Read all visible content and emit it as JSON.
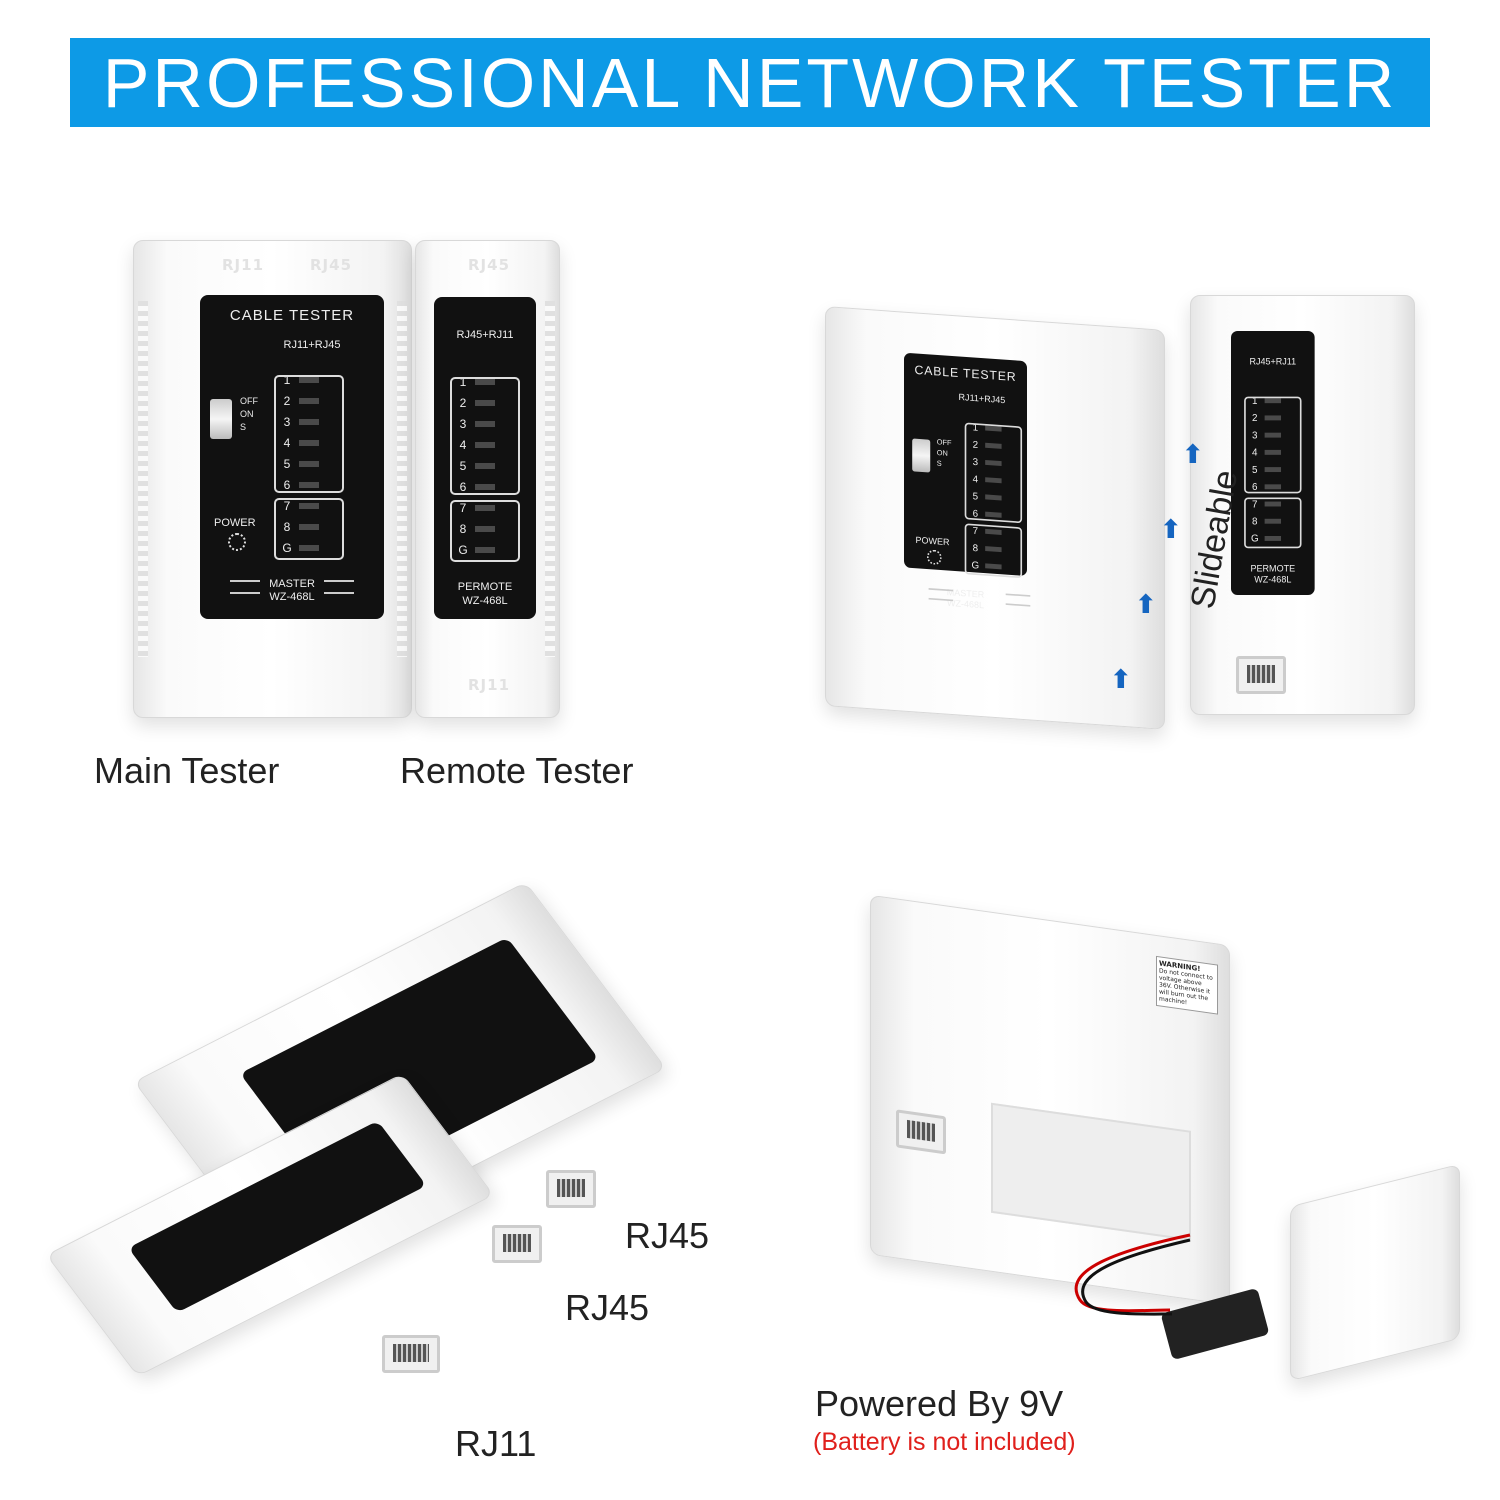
{
  "header": {
    "title": "PROFESSIONAL NETWORK TESTER",
    "color": "#0d9ae6"
  },
  "main_face": {
    "title": "CABLE TESTER",
    "subtitle": "RJ11+RJ45",
    "switch": [
      "OFF",
      "ON",
      "S"
    ],
    "power": "POWER",
    "brand": "MASTER",
    "model": "WZ-468L",
    "leds": [
      "1",
      "2",
      "3",
      "4",
      "5",
      "6",
      "7",
      "8",
      "G"
    ],
    "ports": [
      "RJ11",
      "RJ45"
    ]
  },
  "remote_face": {
    "subtitle": "RJ45+RJ11",
    "brand": "PERMOTE",
    "model": "WZ-468L",
    "leds": [
      "1",
      "2",
      "3",
      "4",
      "5",
      "6",
      "7",
      "8",
      "G"
    ],
    "port_top": "RJ45",
    "port_bottom": "RJ11"
  },
  "captions": {
    "main": "Main Tester",
    "remote": "Remote Tester",
    "slideable": "Slideable",
    "rj45_a": "RJ45",
    "rj45_b": "RJ45",
    "rj11": "RJ11",
    "power": "Powered By 9V",
    "battery_note": "(Battery is not included)",
    "battery_note_color": "#e0201c"
  },
  "warning": {
    "title": "WARNING!",
    "text": "Do not connect to voltage above 36V. Otherwise it will burn out the machine!"
  }
}
